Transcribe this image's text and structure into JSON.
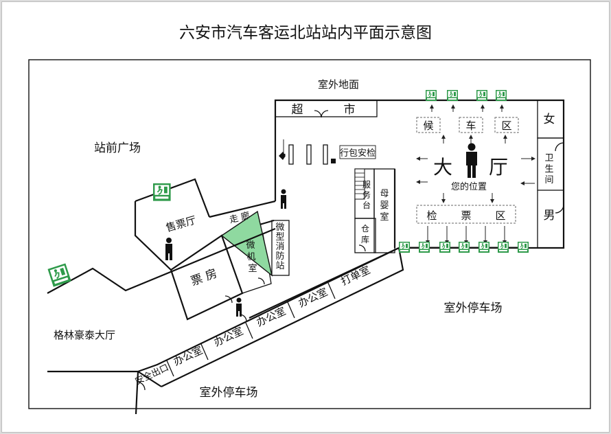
{
  "title": "六安市汽车客运北站站内平面示意图",
  "areas": {
    "outdoor_ground": "室外地面",
    "station_square": "站前广场",
    "supermarket": [
      "超",
      "市"
    ],
    "luggage_check": "行包安检",
    "corridor": "走 廊",
    "ticket_hall": "售票厅",
    "ticket_office": "票 房",
    "micro_room": [
      "微",
      "机",
      "室"
    ],
    "fire_station": [
      "微",
      "型",
      "消",
      "防",
      "站"
    ],
    "service_desk": [
      "服",
      "务",
      "台"
    ],
    "mother_baby_room": [
      "母",
      "婴",
      "室"
    ],
    "warehouse": [
      "仓",
      "库"
    ],
    "waiting_zone": [
      "候",
      "车",
      "区"
    ],
    "hall": [
      "大",
      "厅"
    ],
    "you_are_here": "您的位置",
    "check_zone": [
      "检",
      "票",
      "区"
    ],
    "restroom_female": "女",
    "restroom_male": "男",
    "restroom": [
      "卫",
      "生",
      "间"
    ],
    "print_room": "打单室",
    "office": "办公室",
    "emergency_exit": "安全出口",
    "outdoor_parking_right": "室外停车场",
    "outdoor_parking_bottom": "室外停车场",
    "greenland_hall": "格林豪泰大厅"
  },
  "exit_sign_text": "安全出口",
  "colors": {
    "exit_sign": "#2e9a4a",
    "fire_station_fill": "#8fd9a0",
    "wall": "#111111"
  }
}
